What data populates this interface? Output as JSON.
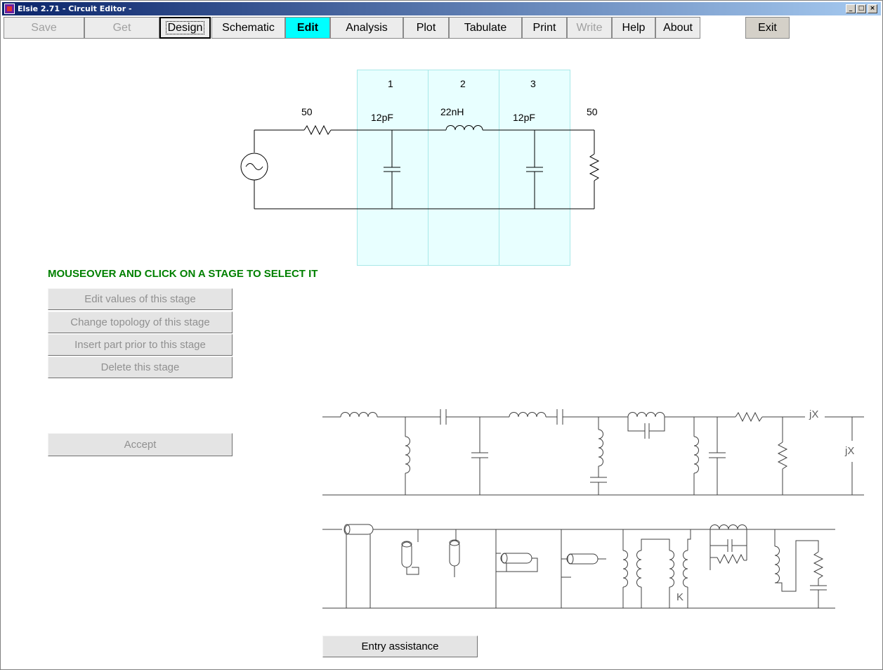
{
  "window": {
    "title": "Elsie 2.71 - Circuit Editor -"
  },
  "toolbar": {
    "save": "Save",
    "get": "Get",
    "design": "Design",
    "schematic": "Schematic",
    "edit": "Edit",
    "analysis": "Analysis",
    "plot": "Plot",
    "tabulate": "Tabulate",
    "print": "Print",
    "write": "Write",
    "help": "Help",
    "about": "About",
    "exit": "Exit"
  },
  "circuit": {
    "source_resistance": "50",
    "load_resistance": "50",
    "stages": [
      {
        "number": "1",
        "value": "12pF"
      },
      {
        "number": "2",
        "value": "22nH"
      },
      {
        "number": "3",
        "value": "12pF"
      }
    ]
  },
  "instruction": "MOUSEOVER AND CLICK ON A STAGE TO SELECT IT",
  "stage_actions": {
    "edit_values": "Edit values of this stage",
    "change_topology": "Change topology of this stage",
    "insert_part": "Insert part prior to this stage",
    "delete_stage": "Delete this stage",
    "accept": "Accept"
  },
  "palette": {
    "jx_series": "jX",
    "jx_shunt": "jX",
    "coupling_k": "K"
  },
  "entry_assistance": "Entry assistance",
  "colors": {
    "active_tab": "#00ffff",
    "stage_highlight": "#e8ffff",
    "instruction_text": "#008000",
    "title_gradient_start": "#0a246a"
  }
}
